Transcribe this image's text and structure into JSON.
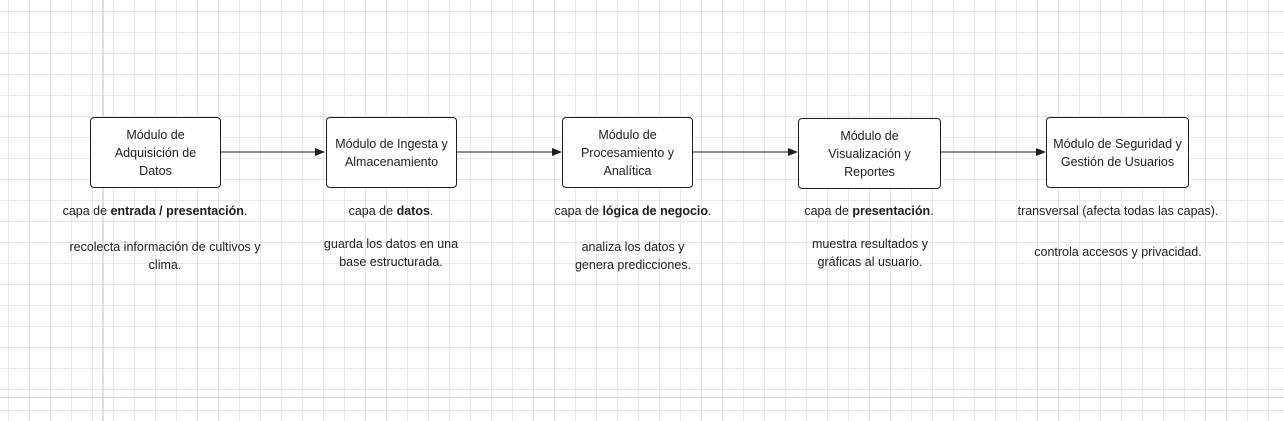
{
  "modules": [
    {
      "title": "Módulo de Adquisición de Datos",
      "caption": {
        "before": "capa de ",
        "bold": "entrada / presentación",
        "after": "."
      },
      "description": "recolecta información de cultivos y clima."
    },
    {
      "title": "Módulo de Ingesta y Almacenamiento",
      "caption": {
        "before": "capa de ",
        "bold": "datos",
        "after": "."
      },
      "description": "guarda los datos en una base estructurada."
    },
    {
      "title": "Módulo de Procesamiento y Analítica",
      "caption": {
        "before": "capa de ",
        "bold": "lógica de negocio",
        "after": "."
      },
      "description": "analiza los datos y genera predicciones."
    },
    {
      "title": "Módulo de Visualización y Reportes",
      "caption": {
        "before": "capa de ",
        "bold": "presentación",
        "after": "."
      },
      "description": "muestra resultados y gráficas al usuario."
    },
    {
      "title": "Módulo de Seguridad y Gestión de Usuarios",
      "caption": {
        "before": "transversal (afecta todas las capas).",
        "bold": "",
        "after": ""
      },
      "description": "controla accesos y privacidad."
    }
  ],
  "colors": {
    "stroke": "#1e1e1e",
    "grid": "#e7e7e7",
    "background": "#ffffff"
  }
}
